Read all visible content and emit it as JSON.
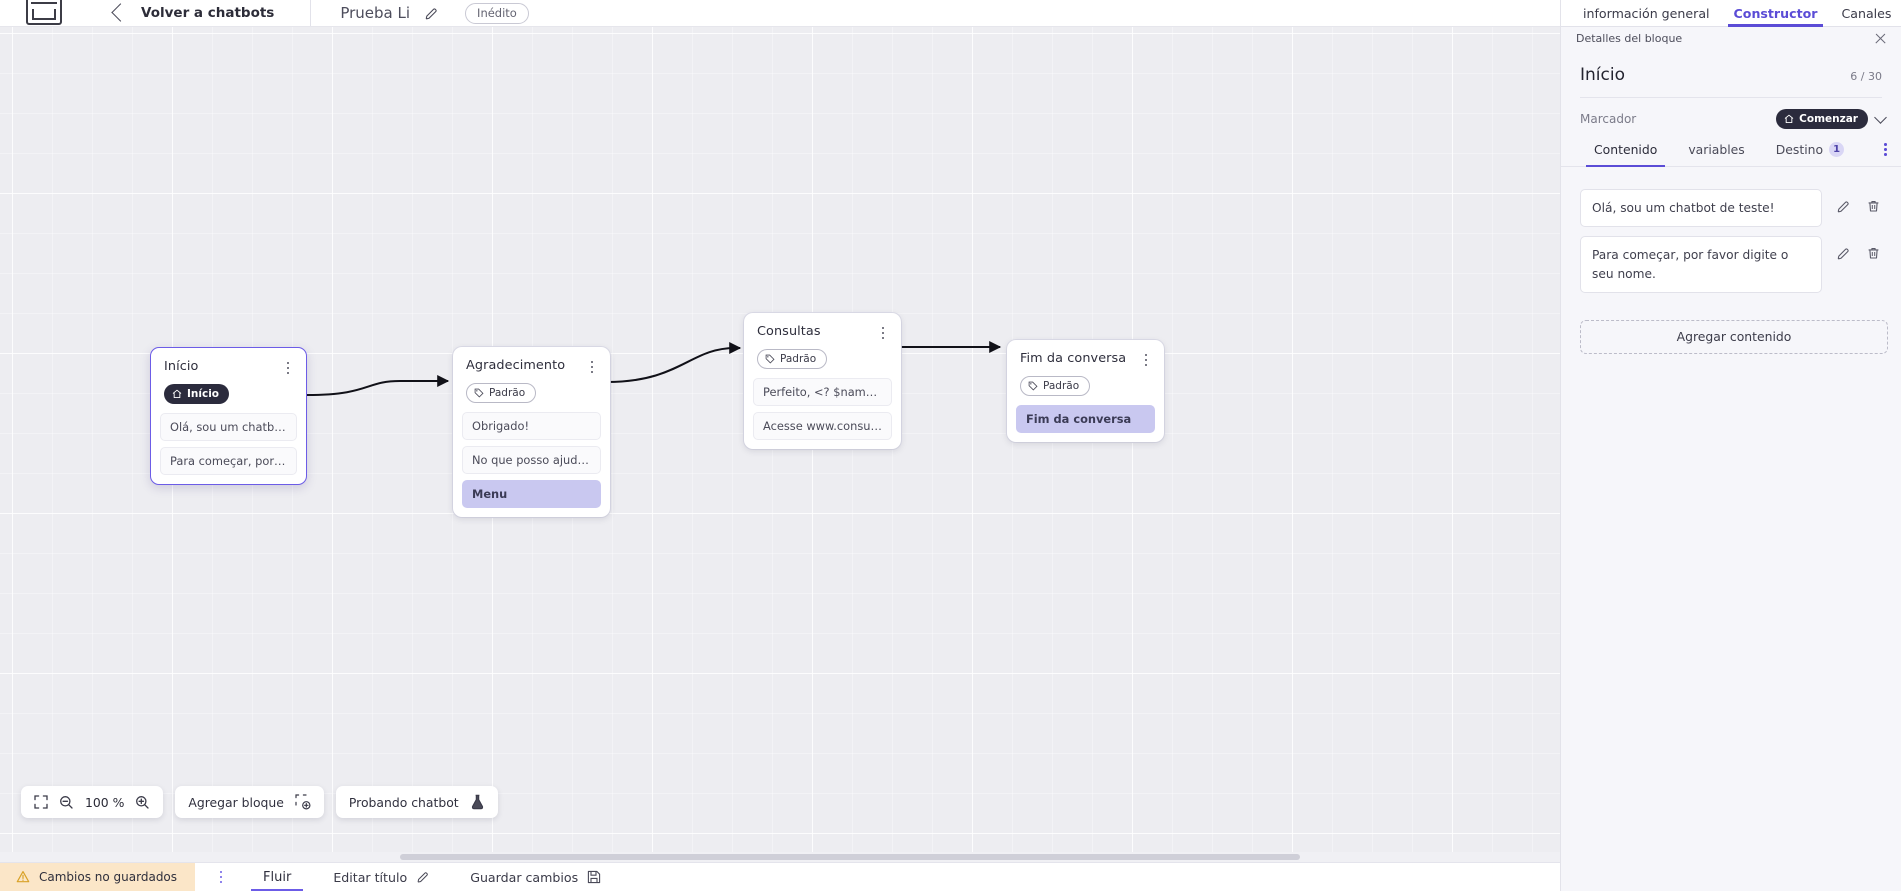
{
  "topbar": {
    "logo_icon": "app-logo-icon",
    "back_chevron_icon": "chevron-left-icon",
    "back_label": "Volver a chatbots",
    "bot_name": "Prueba Li",
    "edit_icon": "pencil-icon",
    "status_pill": "Inédito"
  },
  "canvas": {
    "zoom_tools": {
      "fit_icon": "fit-screen-icon",
      "zoom_out_icon": "zoom-out-icon",
      "zoom_level": "100 %",
      "zoom_in_icon": "zoom-in-icon"
    },
    "add_block_label": "Agregar bloque",
    "add_block_icon": "add-block-icon",
    "test_chatbot_label": "Probando chatbot",
    "test_chatbot_icon": "flask-icon",
    "nodes": [
      {
        "title": "Início",
        "badge": {
          "text": "Início",
          "style": "dark",
          "icon": "home-icon"
        },
        "items": [
          {
            "text": "Olá, sou um chatbot de teste!",
            "style": "plain"
          },
          {
            "text": "Para começar, por favor digite o ...",
            "style": "plain"
          }
        ]
      },
      {
        "title": "Agradecimento",
        "badge": {
          "text": "Padrão",
          "style": "outline",
          "icon": "tag-icon"
        },
        "items": [
          {
            "text": "Obrigado!",
            "style": "plain"
          },
          {
            "text": "No que posso ajudar, <? $name ...",
            "style": "plain"
          },
          {
            "text": "Menu",
            "style": "accent"
          }
        ]
      },
      {
        "title": "Consultas",
        "badge": {
          "text": "Padrão",
          "style": "outline",
          "icon": "tag-icon"
        },
        "items": [
          {
            "text": "Perfeito, <? $name ?>!",
            "style": "plain"
          },
          {
            "text": "Acesse www.consultas.com par...",
            "style": "plain"
          }
        ]
      },
      {
        "title": "Fim da conversa",
        "badge": {
          "text": "Padrão",
          "style": "outline",
          "icon": "tag-icon"
        },
        "items": [
          {
            "text": "Fim da conversa",
            "style": "accent"
          }
        ]
      }
    ]
  },
  "bottombar": {
    "unsaved_icon": "warning-icon",
    "unsaved_label": "Cambios no guardados",
    "kebab_icon": "more-vertical-icon",
    "flow_tab": "Fluir",
    "edit_title_label": "Editar título",
    "edit_title_icon": "pencil-icon",
    "save_label": "Guardar cambios",
    "save_icon": "save-icon"
  },
  "right_panel": {
    "tabs": [
      {
        "label": "información general",
        "active": false
      },
      {
        "label": "Constructor",
        "active": true
      },
      {
        "label": "Canales",
        "active": false
      }
    ],
    "header_label": "Detalles del bloque",
    "close_icon": "close-icon",
    "block_title": "Início",
    "block_count": "6 / 30",
    "marker_label": "Marcador",
    "marker_value": "Comenzar",
    "marker_icon": "home-icon",
    "marker_chevron_icon": "chevron-down-icon",
    "content_tabs": [
      {
        "label": "Contenido",
        "active": true,
        "badge": ""
      },
      {
        "label": "variables",
        "active": false,
        "badge": ""
      },
      {
        "label": "Destino",
        "active": false,
        "badge": "1"
      }
    ],
    "tabs_more_icon": "more-vertical-icon",
    "content_items": [
      {
        "text": "Olá, sou um chatbot de teste!",
        "edit_icon": "pencil-icon",
        "delete_icon": "trash-icon"
      },
      {
        "text": "Para começar, por favor digite o seu nome.",
        "edit_icon": "pencil-icon",
        "delete_icon": "trash-icon"
      }
    ],
    "add_content_label": "Agregar contenido"
  },
  "colors": {
    "accent": "#5b4cd6",
    "node_selected": "#6c5ce7",
    "warning_bg": "#fbe6c8",
    "item_accent": "#c9c8f0"
  }
}
